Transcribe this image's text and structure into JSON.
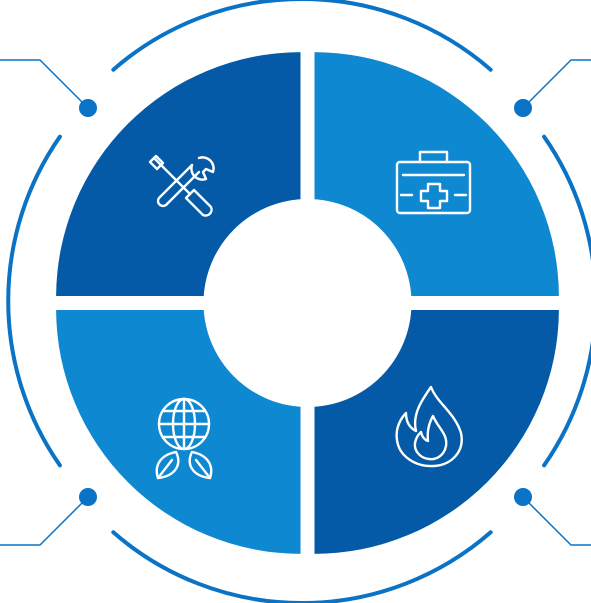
{
  "colors": {
    "dark_blue": "#045aa6",
    "light_blue": "#0f88d2",
    "ring": "#0a73c5",
    "icon_stroke": "#ffffff",
    "center": "#ffffff",
    "background": "#ffffff"
  },
  "segments": [
    {
      "quadrant": "top-left",
      "icon": "tools-icon",
      "color": "dark_blue"
    },
    {
      "quadrant": "top-right",
      "icon": "first-aid-kit-icon",
      "color": "light_blue"
    },
    {
      "quadrant": "bottom-left",
      "icon": "eco-globe-icon",
      "color": "light_blue"
    },
    {
      "quadrant": "bottom-right",
      "icon": "fire-icon",
      "color": "dark_blue"
    }
  ],
  "connectors": [
    {
      "position": "top-left"
    },
    {
      "position": "top-right"
    },
    {
      "position": "bottom-left"
    },
    {
      "position": "bottom-right"
    }
  ]
}
